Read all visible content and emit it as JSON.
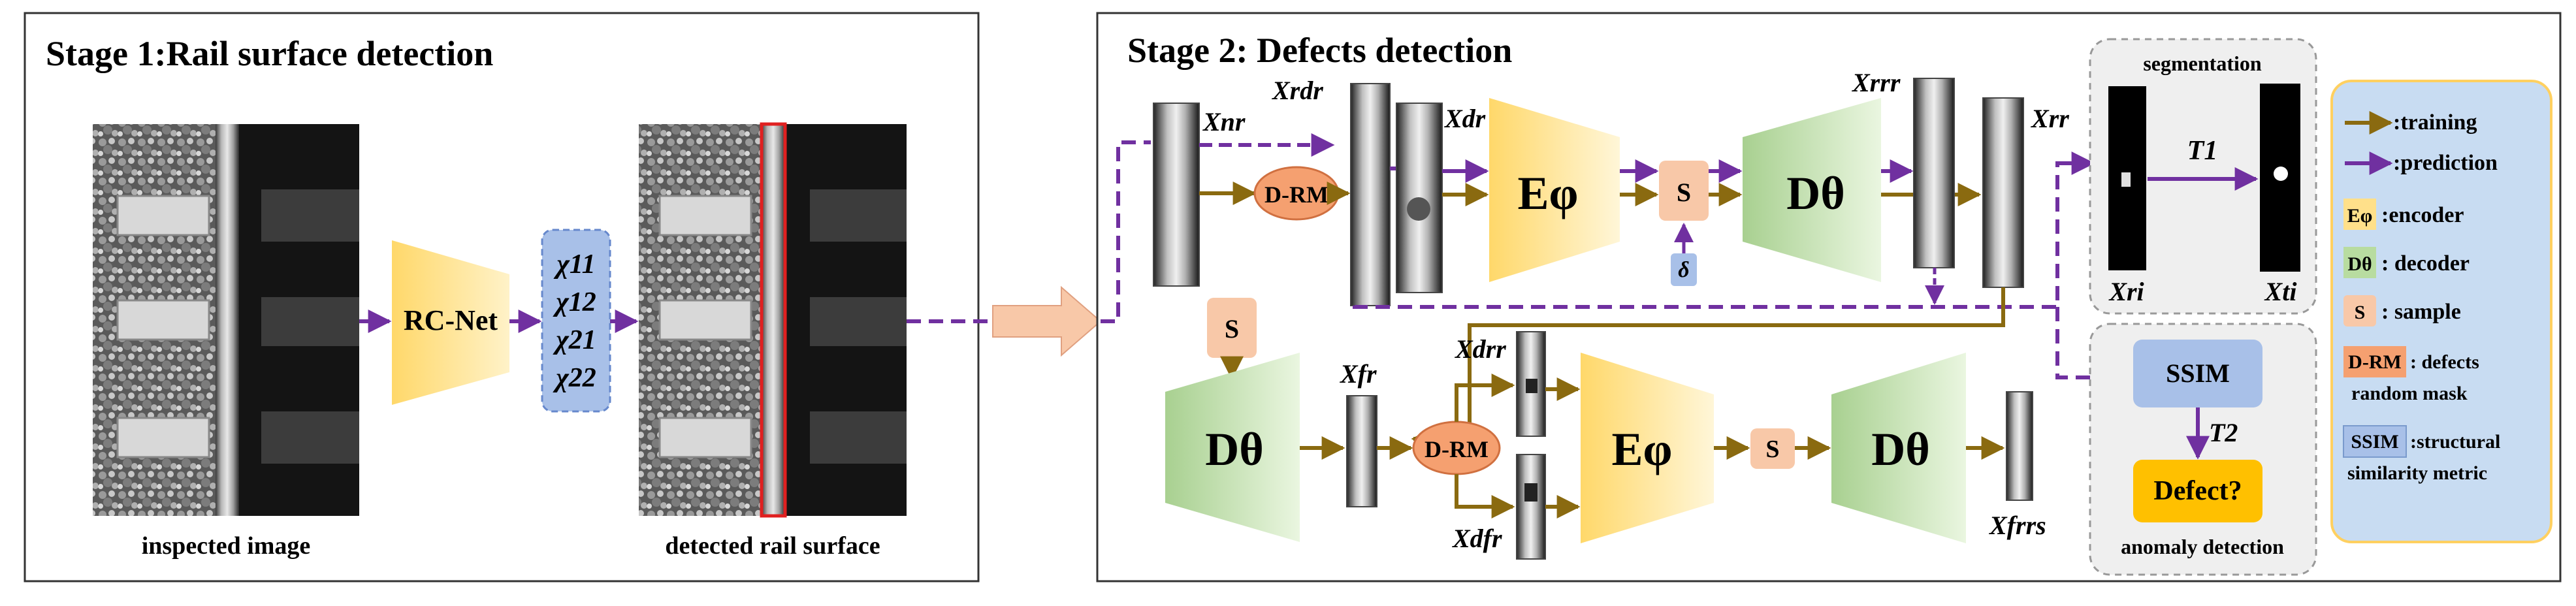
{
  "stage1": {
    "title": "Stage 1:Rail surface detection",
    "inspected_caption": "inspected image",
    "detected_caption": "detected rail surface",
    "rcnet_label": "RC-Net",
    "chi_labels": [
      "χ11",
      "χ12",
      "χ21",
      "χ22"
    ]
  },
  "stage2": {
    "title": "Stage 2: Defects detection",
    "drm_label": "D-RM",
    "sample_label": "S",
    "delta_label": "δ",
    "encoder_symbol": "Eφ",
    "decoder_symbol": "Dθ",
    "vars": {
      "x_nr": "Xnr",
      "x_rdr": "Xrdr",
      "x_dr": "Xdr",
      "x_rrr": "Xrrr",
      "x_rr": "Xrr",
      "x_fr": "Xfr",
      "x_drr": "Xdrr",
      "x_dfr": "Xdfr",
      "x_frrs": "Xfrrs",
      "x_ri": "Xri",
      "x_ti": "Xti"
    },
    "segmentation_title": "segmentation",
    "t1_label": "T1",
    "t2_label": "T2",
    "ssim_label": "SSIM",
    "defect_label": "Defect?",
    "anomaly_caption": "anomaly detection"
  },
  "legend": {
    "training": ":training",
    "prediction": ":prediction",
    "encoder": ":encoder",
    "decoder": ": decoder",
    "sample": ": sample",
    "drm_desc_1": ": defects",
    "drm_desc_2": "random mask",
    "ssim_desc_1": ":structural",
    "ssim_desc_2": "similarity metric"
  },
  "colors": {
    "training": "#8a6a10",
    "prediction": "#7030a0",
    "encoder": "#ffe08a",
    "decoder": "#b8dca0",
    "sample": "#f8c8a8",
    "drm": "#f5a070",
    "ssim_box": "#a8c0e8",
    "defect_box": "#ffc000",
    "legend_bg": "#c8dcf2"
  }
}
